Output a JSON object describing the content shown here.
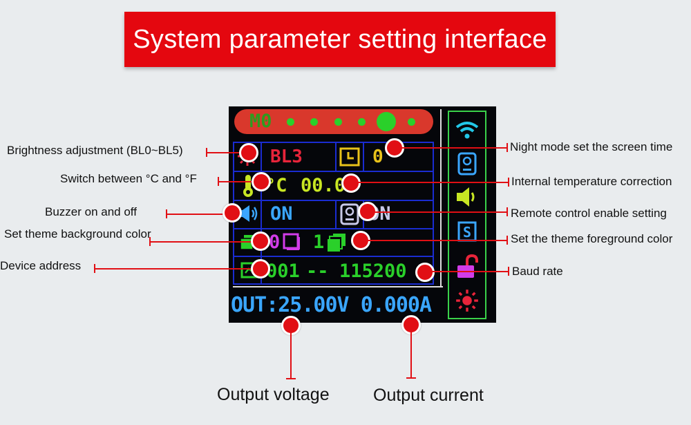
{
  "title": "System parameter setting interface",
  "screen": {
    "mode_label": "M0",
    "brightness_value": "BL3",
    "night_time_value": "0",
    "unit": "°C",
    "temp_correction": "00.0",
    "buzzer": "ON",
    "remote": "ON",
    "bg_color_index": "0",
    "fg_color_index": "1",
    "address": "001",
    "address_sep": "--",
    "baud": "115200",
    "out_label": "OUT:",
    "out_voltage": "25.00V",
    "out_current": "0.000A"
  },
  "labels": {
    "brightness": "Brightness adjustment (BL0~BL5)",
    "unit_switch": "Switch between °C and °F",
    "buzzer": "Buzzer on and off",
    "bg_color": "Set theme background color",
    "address": "Device address",
    "night_mode": "Night mode set the screen time",
    "temp_correction": "Internal temperature correction",
    "remote": "Remote control enable setting",
    "fg_color": "Set the theme foreground color",
    "baud": "Baud rate",
    "output_voltage": "Output voltage",
    "output_current": "Output current"
  },
  "colors": {
    "accent_red": "#e4070f",
    "screen_bg": "#05060a",
    "grid_blue": "#1a2cd1",
    "out_blue": "#3aa6ff",
    "yellow_green": "#c8e623",
    "green": "#2ad02a",
    "magenta": "#d23ce8"
  },
  "icons": [
    "sun-icon",
    "clock-icon",
    "thermometer-icon",
    "speaker-icon",
    "remote-icon",
    "square-icon",
    "stack-icon",
    "device-icon",
    "wifi-icon",
    "s-icon",
    "unlock-icon"
  ]
}
